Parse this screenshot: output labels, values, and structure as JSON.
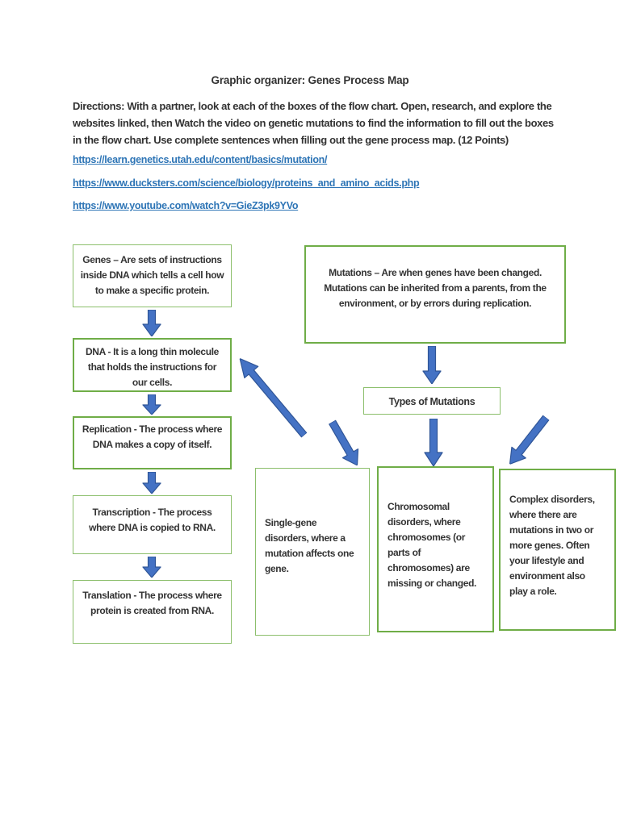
{
  "page": {
    "title": "Graphic organizer: Genes Process Map",
    "directions": "Directions: With a partner, look at each of the boxes of the flow chart. Open, research, and explore the websites linked, then Watch the video on genetic mutations to find the information to fill out the boxes in the flow chart. Use complete sentences when filling out the gene process map. (12 Points)",
    "links": [
      "https://learn.genetics.utah.edu/content/basics/mutation/",
      "https://www.ducksters.com/science/biology/proteins_and_amino_acids.php",
      "https://www.youtube.com/watch?v=GieZ3pk9YVo"
    ]
  },
  "flowchart": {
    "genes": "Genes – Are sets of instructions inside DNA which tells a cell how to make a specific protein.",
    "dna": "DNA - It is a long thin molecule that holds the instructions for our cells.",
    "replication": "Replication -  The process where DNA makes a copy of itself.",
    "transcription": "Transcription -  The process where DNA is copied to RNA.",
    "translation": "Translation -  The process where protein is created from RNA.",
    "mutations": "Mutations – Are when genes have been changed. Mutations can be inherited from a parents, from the environment, or by errors during replication.",
    "types_of_mutations": "Types of Mutations",
    "single_gene": "Single-gene disorders, where a mutation affects one gene.",
    "chromosomal": "Chromosomal disorders, where chromosomes (or parts of chromosomes) are missing or changed.",
    "complex": "Complex disorders, where there are mutations in two or more genes. Often your lifestyle and environment also play a role."
  },
  "colors": {
    "green_thin": "#8CBF6C",
    "green_thick": "#6FAD47",
    "arrow_fill": "#4472C4",
    "arrow_stroke": "#2F5597",
    "link": "#2E75B6",
    "text": "#333333"
  }
}
